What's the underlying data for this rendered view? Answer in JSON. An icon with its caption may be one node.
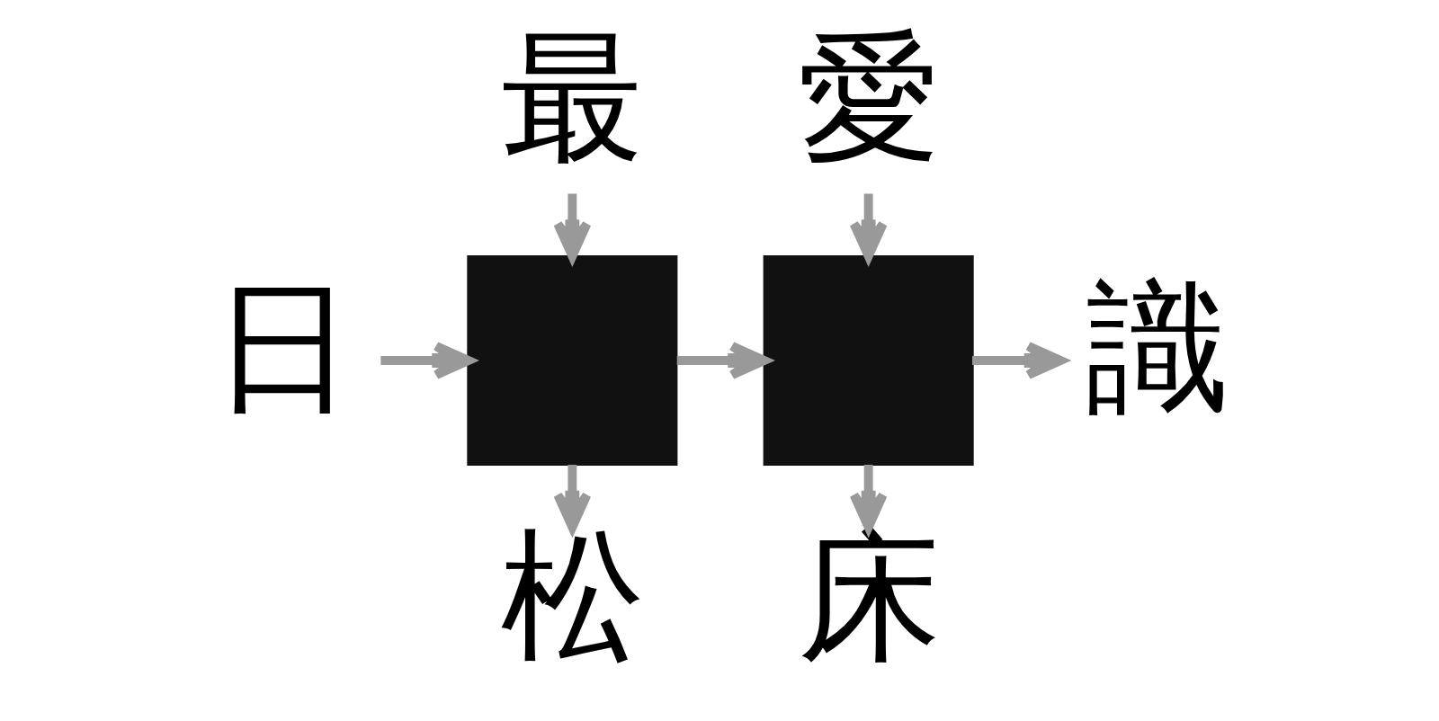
{
  "diagram": {
    "nodes": [
      {
        "text": [
          "最"
        ]
      },
      {
        "text": [
          "愛"
        ]
      },
      {
        "text": [
          "日"
        ]
      },
      {
        "text": [],
        "shape": "box"
      },
      {
        "text": [],
        "shape": "box"
      },
      {
        "text": [
          "識"
        ]
      },
      {
        "text": [
          "松"
        ]
      },
      {
        "text": [
          "床"
        ]
      }
    ],
    "edges": [
      {
        "from": 2,
        "to": 3,
        "arrow": "to"
      },
      {
        "from": 0,
        "to": 3,
        "arrow": "to"
      },
      {
        "from": 3,
        "to": 4,
        "arrow": "to"
      },
      {
        "from": 3,
        "to": 6,
        "arrow": "to"
      },
      {
        "from": 1,
        "to": 4,
        "arrow": "to"
      },
      {
        "from": 4,
        "to": 5,
        "arrow": "to"
      },
      {
        "from": 4,
        "to": 7,
        "arrow": "to"
      }
    ]
  }
}
